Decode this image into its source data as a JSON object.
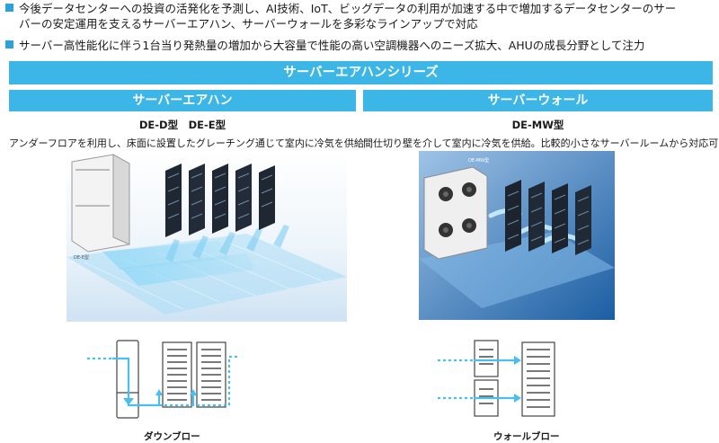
{
  "bullets": {
    "b1_line1": "今後データセンターへの投資の活発化を予測し、AI技術、IoT、ビッグデータの利用が加速する中で増加するデータセンターのサー",
    "b1_line2": "バーの安定運用を支えるサーバーエアハン、サーバーウォールを多彩なラインアップで対応",
    "b2": "サーバー高性能化に伴う1台当り発熱量の増加から大容量で性能の高い空調機器へのニーズ拡大、AHUの成長分野として注力"
  },
  "series_title": "サーバーエアハンシリーズ",
  "left": {
    "title": "サーバーエアハン",
    "model": "DE-D型　DE-E型",
    "description": "アンダーフロアを利用し、床面に設置したグレーチング通じて室内に冷気を供給",
    "photo_label": "DE-E型",
    "caption": "ダウンブロー"
  },
  "right": {
    "title": "サーバーウォール",
    "model": "DE-MW型",
    "description": "間仕切り壁を介して室内に冷気を供給。比較的小さなサーバールームから対応可能",
    "photo_label": "DE-MW型",
    "caption": "ウォールブロー"
  },
  "colors": {
    "accent": "#3bb6e6",
    "bullet": "#29a3d9",
    "airflow": "#48bff0",
    "diagram_line": "#444444"
  }
}
